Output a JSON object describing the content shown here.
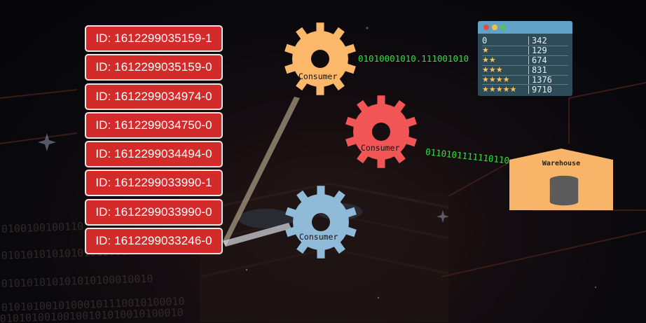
{
  "id_list": [
    "ID: 1612299035159-1",
    "ID: 1612299035159-0",
    "ID: 1612299034974-0",
    "ID: 1612299034750-0",
    "ID: 1612299034494-0",
    "ID: 1612299033990-1",
    "ID: 1612299033990-0",
    "ID: 1612299033246-0"
  ],
  "consumers": [
    {
      "label": "Consumer",
      "color": "#fbb86a"
    },
    {
      "label": "Consumer",
      "color": "#f15555"
    },
    {
      "label": "Consumer",
      "color": "#90bbd8"
    }
  ],
  "bit_streams": {
    "top": "01010001010.111001010",
    "middle": "0110101111110110"
  },
  "ratings_window": {
    "header_color": "#62a2c8",
    "body_color": "#2e4c58",
    "rows": [
      {
        "stars": "0",
        "value": "342"
      },
      {
        "stars": "★",
        "value": "129"
      },
      {
        "stars": "★★",
        "value": "674"
      },
      {
        "stars": "★★★",
        "value": "831"
      },
      {
        "stars": "★★★★",
        "value": "1376"
      },
      {
        "stars": "★★★★★",
        "value": "9710"
      }
    ]
  },
  "warehouse": {
    "label": "Warehouse",
    "color": "#f8b469"
  },
  "background_binary": [
    "0100100100110",
    "010101010101010100010",
    "010101010101010100010010",
    "01010100101000101110010100010",
    "01010100100100101010010100010"
  ]
}
